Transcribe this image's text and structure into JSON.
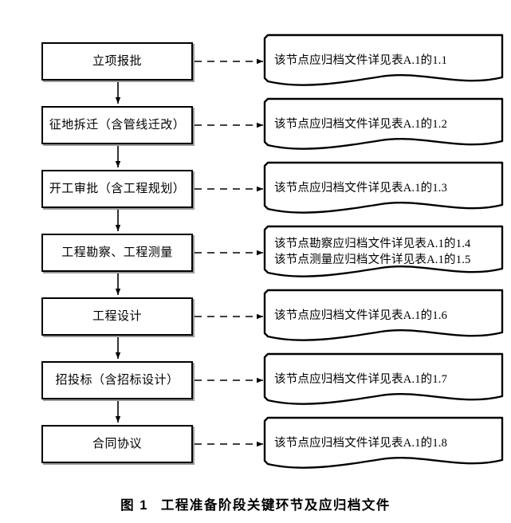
{
  "figure": {
    "number": "图 1",
    "title": "工程准备阶段关键环节及应归档文件",
    "caption_full": "图 1　工程准备阶段关键环节及应归档文件"
  },
  "colors": {
    "stroke": "#000000",
    "background": "#ffffff",
    "shadow": "#9a9a9a"
  },
  "flow": {
    "stages": [
      {
        "id": "stage-1",
        "label": "立项报批",
        "doc_lines": [
          "该节点应归档文件详见表A.1的1.1"
        ]
      },
      {
        "id": "stage-2",
        "label": "征地拆迁（含管线迁改）",
        "doc_lines": [
          "该节点应归档文件详见表A.1的1.2"
        ]
      },
      {
        "id": "stage-3",
        "label": "开工审批（含工程规划）",
        "doc_lines": [
          "该节点应归档文件详见表A.1的1.3"
        ]
      },
      {
        "id": "stage-4",
        "label": "工程勘察、工程测量",
        "doc_lines": [
          "该节点勘察应归档文件详见表A.1的1.4",
          "该节点测量应归档文件详见表A.1的1.5"
        ]
      },
      {
        "id": "stage-5",
        "label": "工程设计",
        "doc_lines": [
          "该节点应归档文件详见表A.1的1.6"
        ]
      },
      {
        "id": "stage-6",
        "label": "招投标（含招标设计）",
        "doc_lines": [
          "该节点应归档文件详见表A.1的1.7"
        ]
      },
      {
        "id": "stage-7",
        "label": "合同协议",
        "doc_lines": [
          "该节点应归档文件详见表A.1的1.8"
        ]
      }
    ]
  },
  "connectors": {
    "vertical_style": "solid-arrow",
    "horizontal_style": "dashed-arrow",
    "vertical_count": 6,
    "horizontal_count": 7
  }
}
